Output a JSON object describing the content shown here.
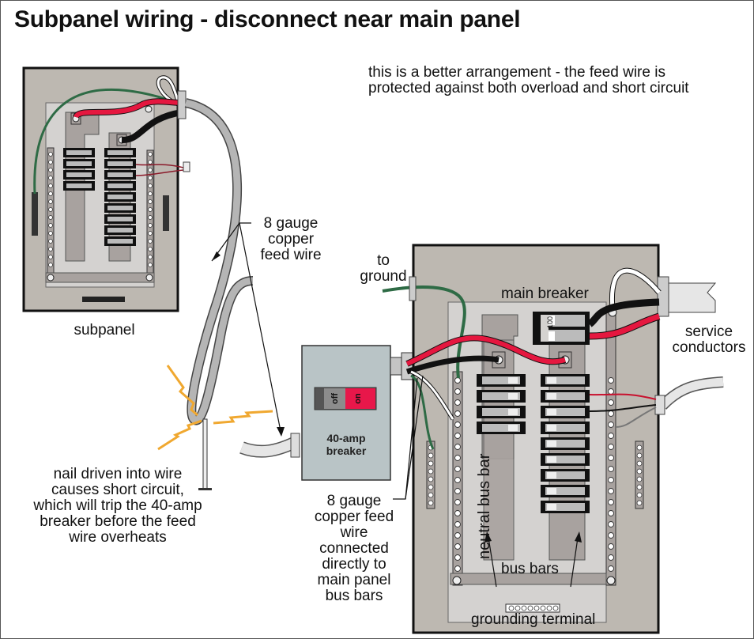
{
  "title": "Subpanel wiring - disconnect near main panel",
  "note": {
    "lines": [
      "this is a better arrangement - the feed wire is",
      "protected against both overload and short circuit"
    ]
  },
  "labels": {
    "subpanel": "subpanel",
    "feed_wire_top": [
      "8 gauge",
      "copper",
      "feed wire"
    ],
    "to_ground": [
      "to",
      "ground"
    ],
    "main_breaker": "main breaker",
    "main_breaker_rating": "100",
    "service_conductors": [
      "service",
      "conductors"
    ],
    "disconnect_breaker": [
      "40-amp",
      "breaker"
    ],
    "switch_off": "off",
    "switch_on": "on",
    "nail_note": [
      "nail driven into wire",
      "causes short circuit,",
      "which will trip the 40-amp",
      "breaker before the feed",
      "wire overheats"
    ],
    "feed_wire_bottom": [
      "8 gauge",
      "copper feed",
      "wire",
      "connected",
      "directly to",
      "main panel",
      "bus bars"
    ],
    "neutral_bus_bar": "neutral bus bar",
    "bus_bars": "bus bars",
    "grounding_terminal": "grounding terminal"
  },
  "colors": {
    "panel_gray": "#bdb8b1",
    "inner_gray": "#d4d2d0",
    "bus_gray": "#a8a29f",
    "hot_red": "#e5173f",
    "ground_green": "#2e6b45",
    "spark_orange": "#f0a830",
    "disconnect_box": "#b9c4c6",
    "switch_on_red": "#e8174a"
  }
}
